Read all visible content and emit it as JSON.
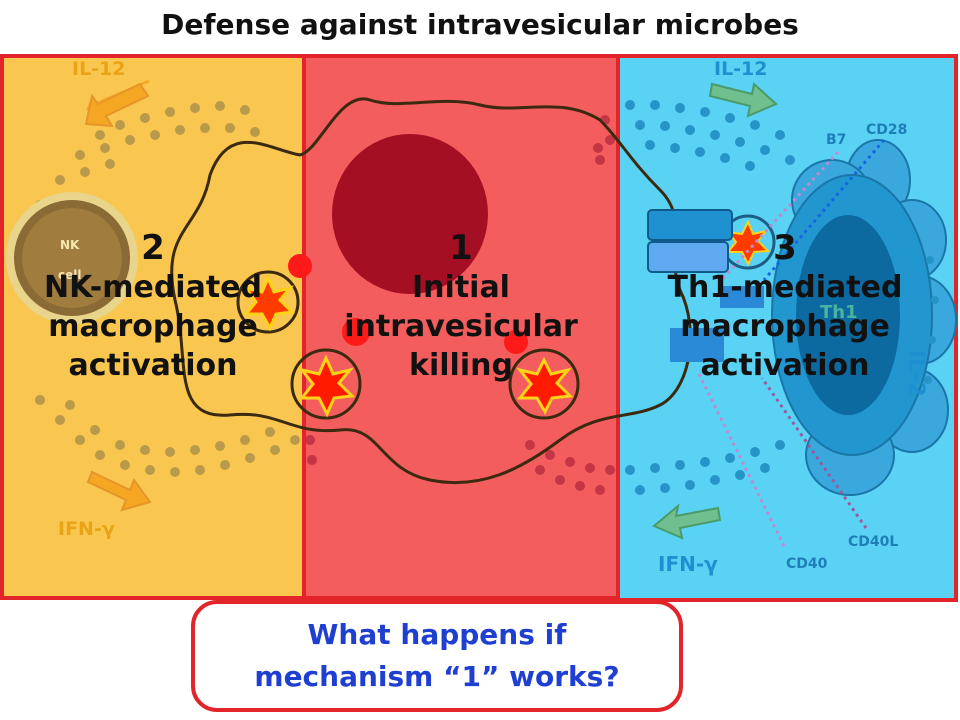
{
  "title": "Defense against intravesicular microbes",
  "panels": [
    {
      "number": "2",
      "label_lines": [
        "NK-mediated",
        "macrophage",
        "activation"
      ],
      "color": "#f9c74f"
    },
    {
      "number": "1",
      "label_lines": [
        "Initial",
        "intravesicular",
        "killing"
      ],
      "color": "#f45d5d"
    },
    {
      "number": "3",
      "label_lines": [
        "Th1-mediated",
        "macrophage",
        "activation"
      ],
      "color": "#5ad2f4"
    }
  ],
  "labels": {
    "il12_left": "IL-12",
    "il12_right": "IL-12",
    "ifng_left": "IFN-γ",
    "ifng_right": "IFN-γ",
    "nk_cell_line1": "NK",
    "nk_cell_line2": "cell",
    "th1": "Th1",
    "il2": "IL-2",
    "b7": "B7",
    "cd28": "CD28",
    "cd40": "CD40",
    "cd40l": "CD40L"
  },
  "question": {
    "line1": "What happens if",
    "line2": "mechanism “1” works?"
  },
  "colors": {
    "panel_border": "#e3242b",
    "question_text": "#1f3fd1",
    "yellow_label": "#e9a316",
    "blue_label": "#1e8fd0"
  }
}
